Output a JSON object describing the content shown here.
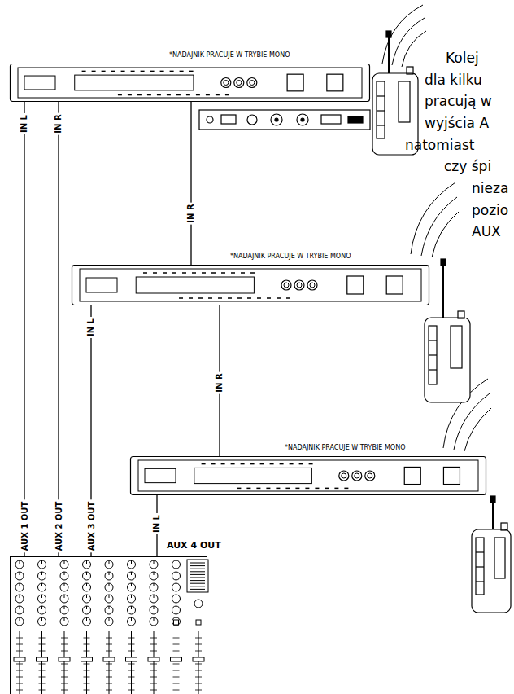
{
  "diagram": {
    "nodes": [
      {
        "text": [
          "*NADAJNIK PRACUJE W TRYBIE MONO"
        ]
      },
      {
        "text": [
          "*NADAJNIK PRACUJE W TRYBIE MONO"
        ]
      },
      {
        "text": [
          "*NADAJNIK PRACUJE W TRYBIE MONO"
        ]
      },
      {
        "text": [
          "AUX 4 OUT"
        ]
      }
    ],
    "edges": [
      {
        "from": 3,
        "to": 0,
        "label": "IN L",
        "arrow": "none"
      },
      {
        "from": 3,
        "to": 0,
        "label": "IN R",
        "arrow": "none"
      },
      {
        "from": 3,
        "to": 1,
        "label": "IN L",
        "arrow": "none"
      },
      {
        "from": 0,
        "to": 1,
        "label": "IN R",
        "arrow": "none"
      },
      {
        "from": 3,
        "to": 2,
        "label": "IN L",
        "arrow": "none"
      },
      {
        "from": 1,
        "to": 2,
        "label": "IN R",
        "arrow": "none"
      }
    ],
    "labels": [
      "Kolej",
      "dla kilku",
      "pracują w",
      "wyjścia A",
      "natomiast",
      "czy śpi",
      "nieza",
      "pozio",
      "AUX",
      "AUX 1 OUT",
      "AUX 2 OUT",
      "AUX 3 OUT"
    ]
  }
}
